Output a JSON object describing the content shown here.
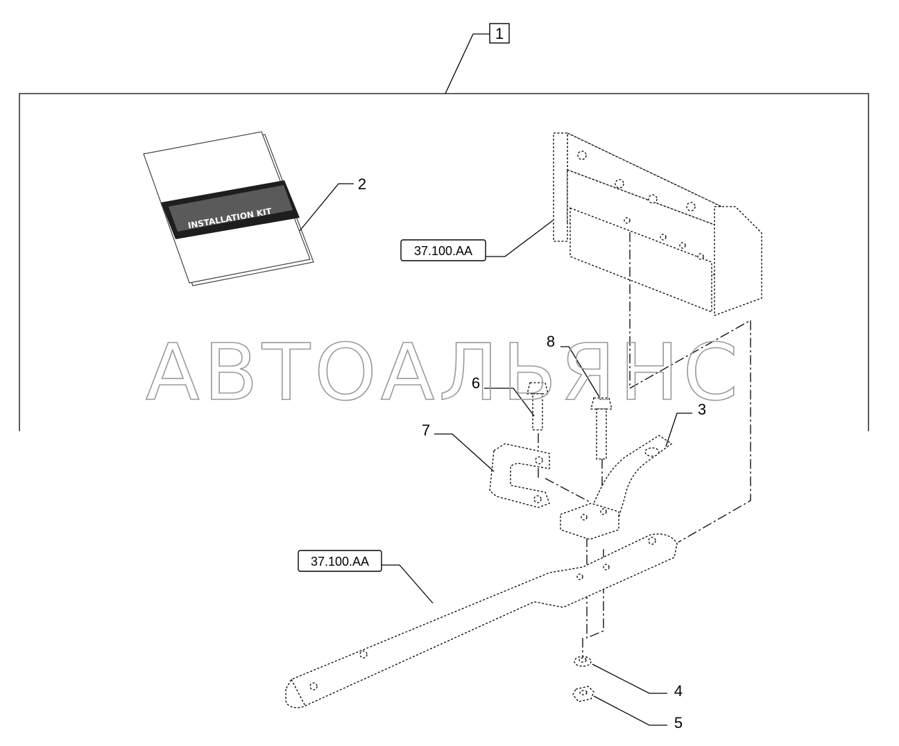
{
  "watermark": "АВТОАЛЬЯНС",
  "booklet_text": "INSTALLATION KIT",
  "callouts": {
    "group": "1",
    "booklet": "2",
    "drawbar_bracket": "3",
    "washer": "4",
    "nut": "5",
    "bolt_short": "6",
    "clip": "7",
    "bolt_long": "8"
  },
  "references": {
    "upper_frame": "37.100.AA",
    "lower_drawbar": "37.100.AA"
  }
}
